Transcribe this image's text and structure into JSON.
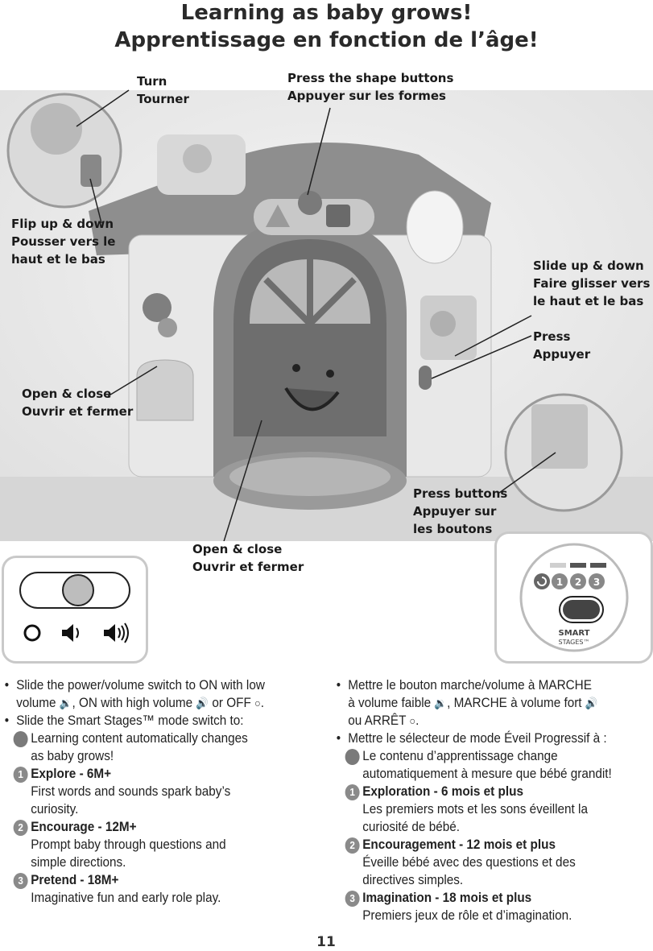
{
  "title": {
    "line1": "Learning as baby grows!",
    "line2": "Apprentissage en fonction de l’âge!"
  },
  "callouts": {
    "turn": {
      "en": "Turn",
      "fr": "Tourner"
    },
    "shape_buttons": {
      "en": "Press the shape buttons",
      "fr": "Appuyer sur les formes"
    },
    "flip": {
      "en": "Flip up & down",
      "fr1": "Pousser vers le",
      "fr2": "haut et le bas"
    },
    "slide": {
      "en": "Slide up & down",
      "fr1": "Faire glisser vers",
      "fr2": "le haut et le bas"
    },
    "press": {
      "en": "Press",
      "fr": "Appuyer"
    },
    "open_mailbox": {
      "en": "Open & close",
      "fr": "Ouvrir et fermer"
    },
    "press_buttons": {
      "en": "Press buttons",
      "fr1": "Appuyer sur",
      "fr2": "les boutons"
    },
    "open_door": {
      "en": "Open & close",
      "fr": "Ouvrir et fermer"
    }
  },
  "switch_panel": {
    "positions": [
      "off-icon",
      "low-volume-icon",
      "high-volume-icon"
    ]
  },
  "mode_panel": {
    "numbers": [
      "1",
      "2",
      "3"
    ],
    "brand": "SMART",
    "brand_sub": "STAGES™"
  },
  "english": {
    "b1_l1": "Slide the power/volume switch to ON with low",
    "b1_l2a": "volume",
    "b1_l2b": ", ON with high volume",
    "b1_l2c": "or OFF",
    "b2": "Slide the Smart Stages™ mode switch to:",
    "auto_l1": "Learning content automatically changes",
    "auto_l2": "as baby grows!",
    "stages": [
      {
        "num": "1",
        "title": "Explore - 6M+",
        "desc1": "First words and sounds spark baby’s",
        "desc2": "curiosity."
      },
      {
        "num": "2",
        "title": "Encourage - 12M+",
        "desc1": "Prompt baby through questions and",
        "desc2": "simple directions."
      },
      {
        "num": "3",
        "title": "Pretend - 18M+",
        "desc1": "Imaginative fun and early role play.",
        "desc2": ""
      }
    ]
  },
  "french": {
    "b1_l1": "Mettre le bouton marche/volume à MARCHE",
    "b1_l2a": "à volume faible",
    "b1_l2b": ", MARCHE à volume fort",
    "b1_l3": "ou ARRÊT",
    "b2": "Mettre le sélecteur de mode Éveil Progressif à :",
    "auto_l1": "Le contenu d’apprentissage change",
    "auto_l2": "automatiquement à mesure que bébé grandit!",
    "stages": [
      {
        "num": "1",
        "title": "Exploration - 6 mois et plus",
        "desc1": "Les premiers mots et les sons éveillent la",
        "desc2": "curiosité de bébé."
      },
      {
        "num": "2",
        "title": "Encouragement - 12 mois et plus",
        "desc1": "Éveille bébé avec des questions et des",
        "desc2": "directives simples."
      },
      {
        "num": "3",
        "title": "Imagination - 18 mois et plus",
        "desc1": "Premiers jeux de rôle et d’imagination.",
        "desc2": ""
      }
    ]
  },
  "page_number": "11"
}
